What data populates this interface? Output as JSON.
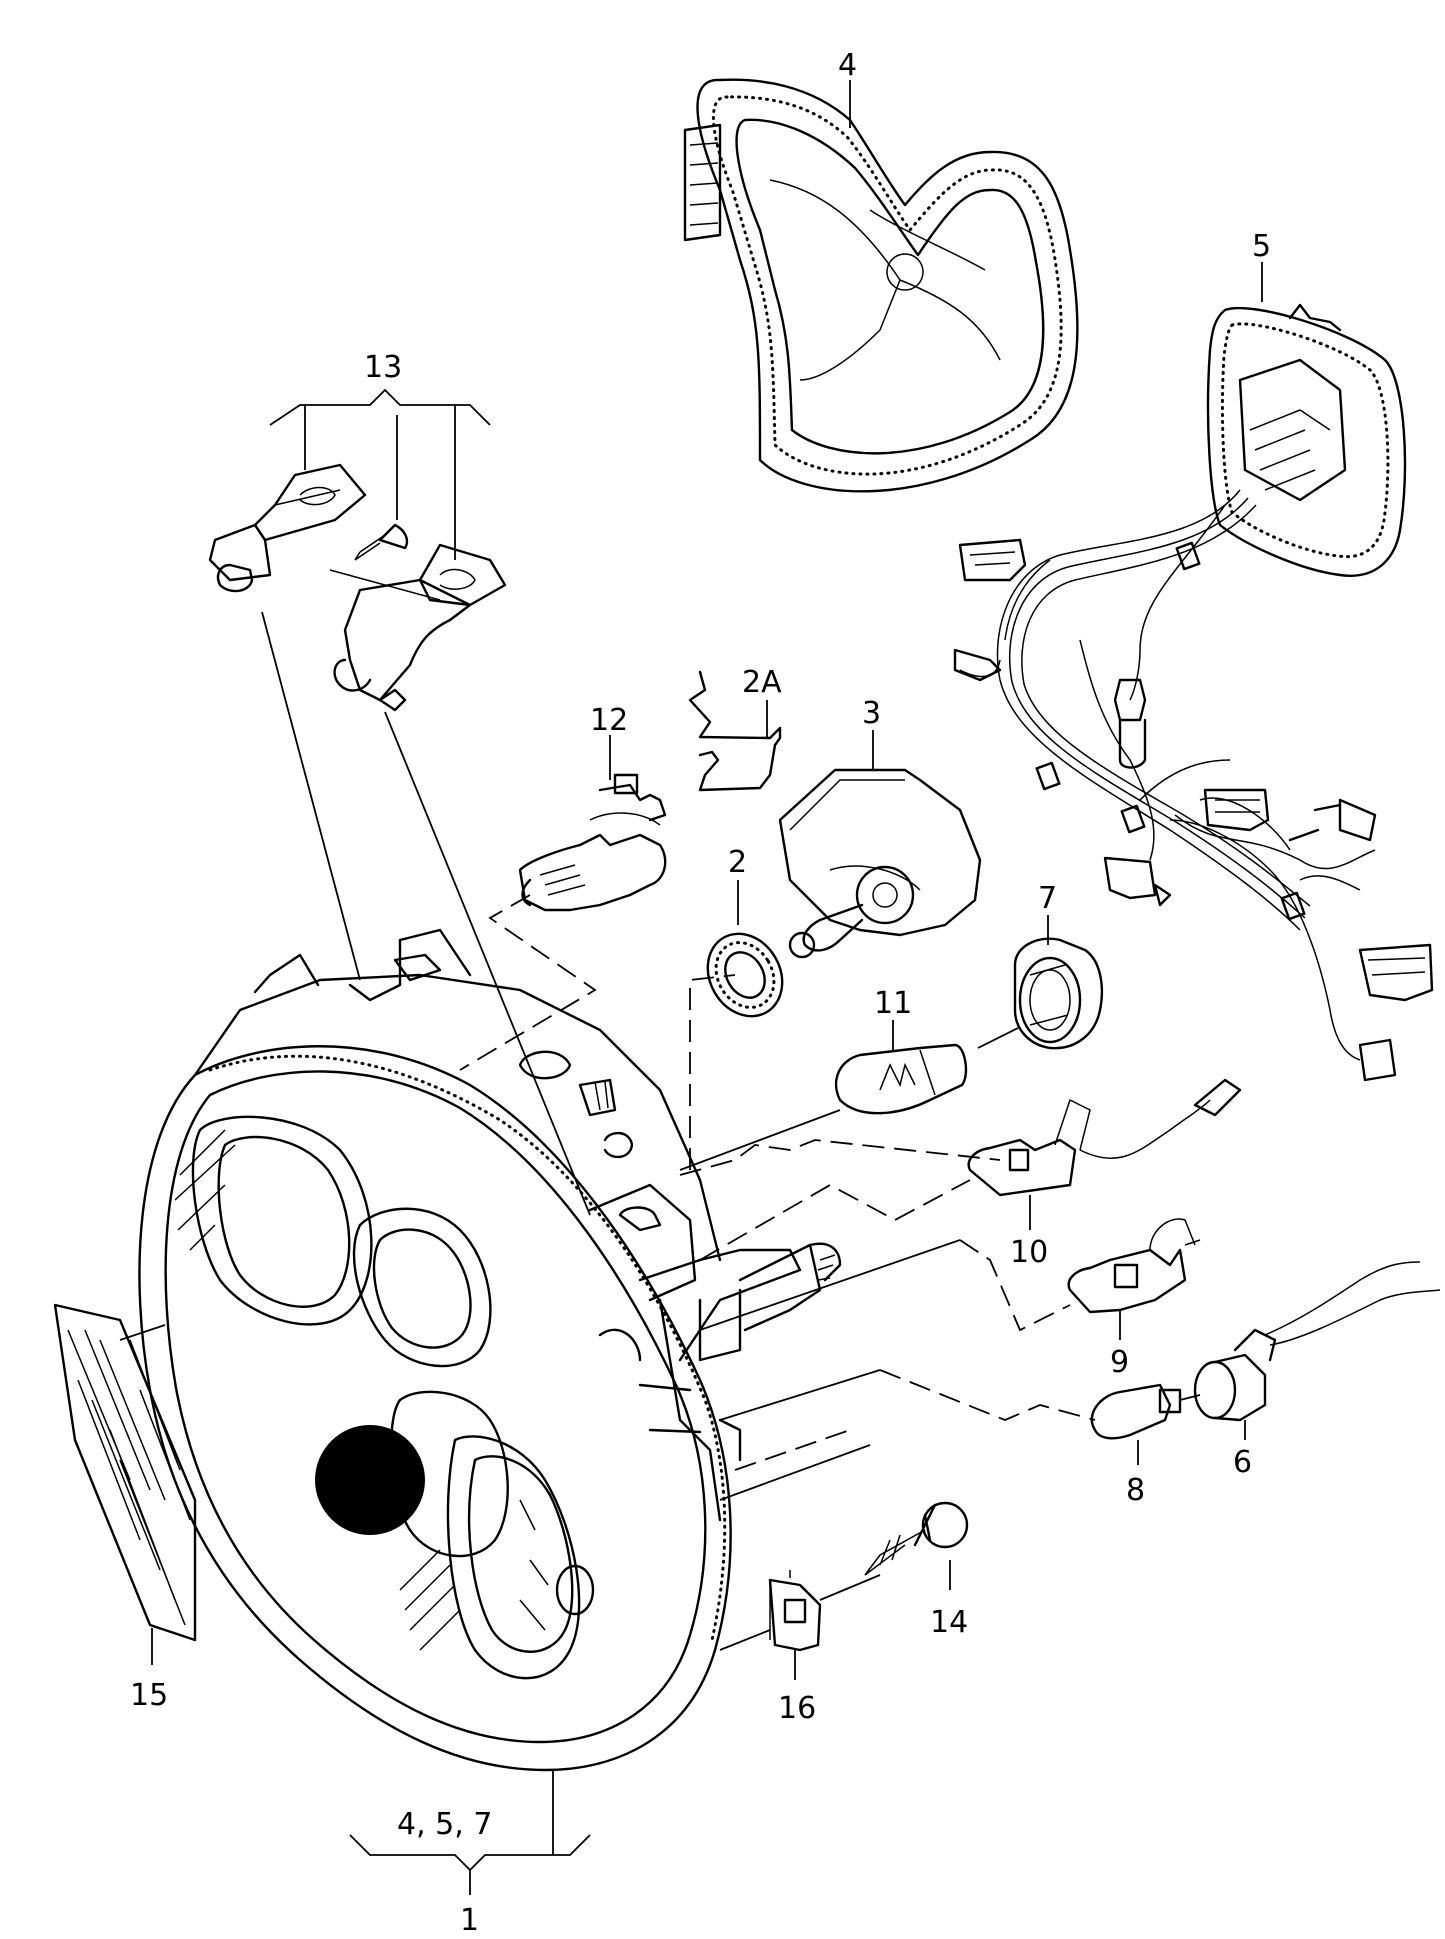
{
  "callouts": {
    "c1": "1",
    "c2": "2",
    "c2a": "2A",
    "c3": "3",
    "c4": "4",
    "c5": "5",
    "c6": "6",
    "c7": "7",
    "c8": "8",
    "c9": "9",
    "c10": "10",
    "c11": "11",
    "c12": "12",
    "c13": "13",
    "c14": "14",
    "c15": "15",
    "c16": "16",
    "group_1": "4, 5, 7"
  }
}
